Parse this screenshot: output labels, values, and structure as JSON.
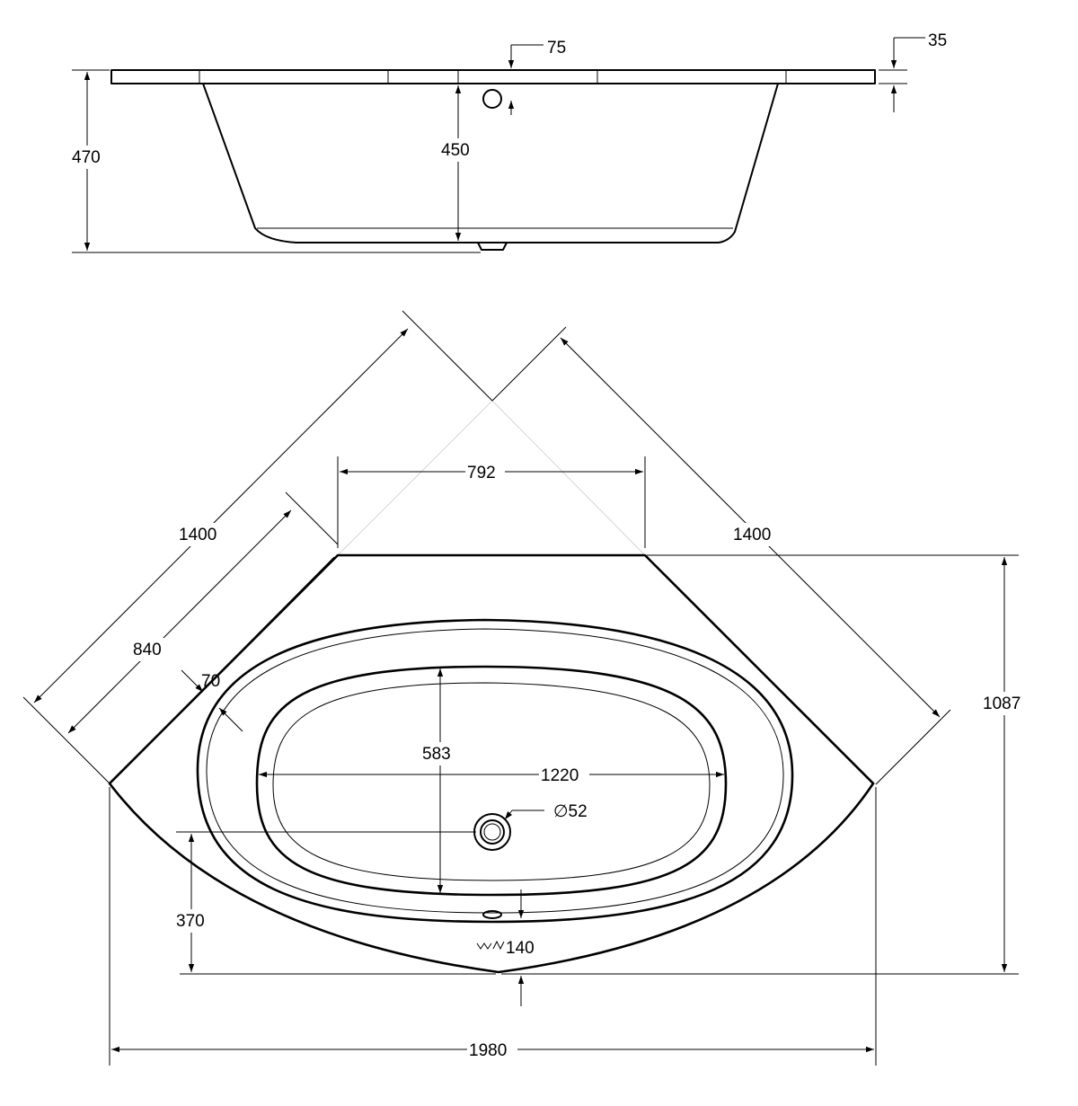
{
  "side_view": {
    "rim_thickness": "35",
    "overflow_offset": "75",
    "total_height": "470",
    "inner_depth": "450"
  },
  "top_view": {
    "wall_length_left": "1400",
    "wall_length_right": "1400",
    "front_flat": "792",
    "inner_wall_left": "840",
    "rim_width": "70",
    "basin_width": "583",
    "basin_length": "1220",
    "drain_diameter": "∅52",
    "drain_offset": "370",
    "overflow_marker": "140",
    "total_depth": "1087",
    "total_width": "1980"
  },
  "icons": {
    "overflow_symbol": "wave-symbol"
  }
}
